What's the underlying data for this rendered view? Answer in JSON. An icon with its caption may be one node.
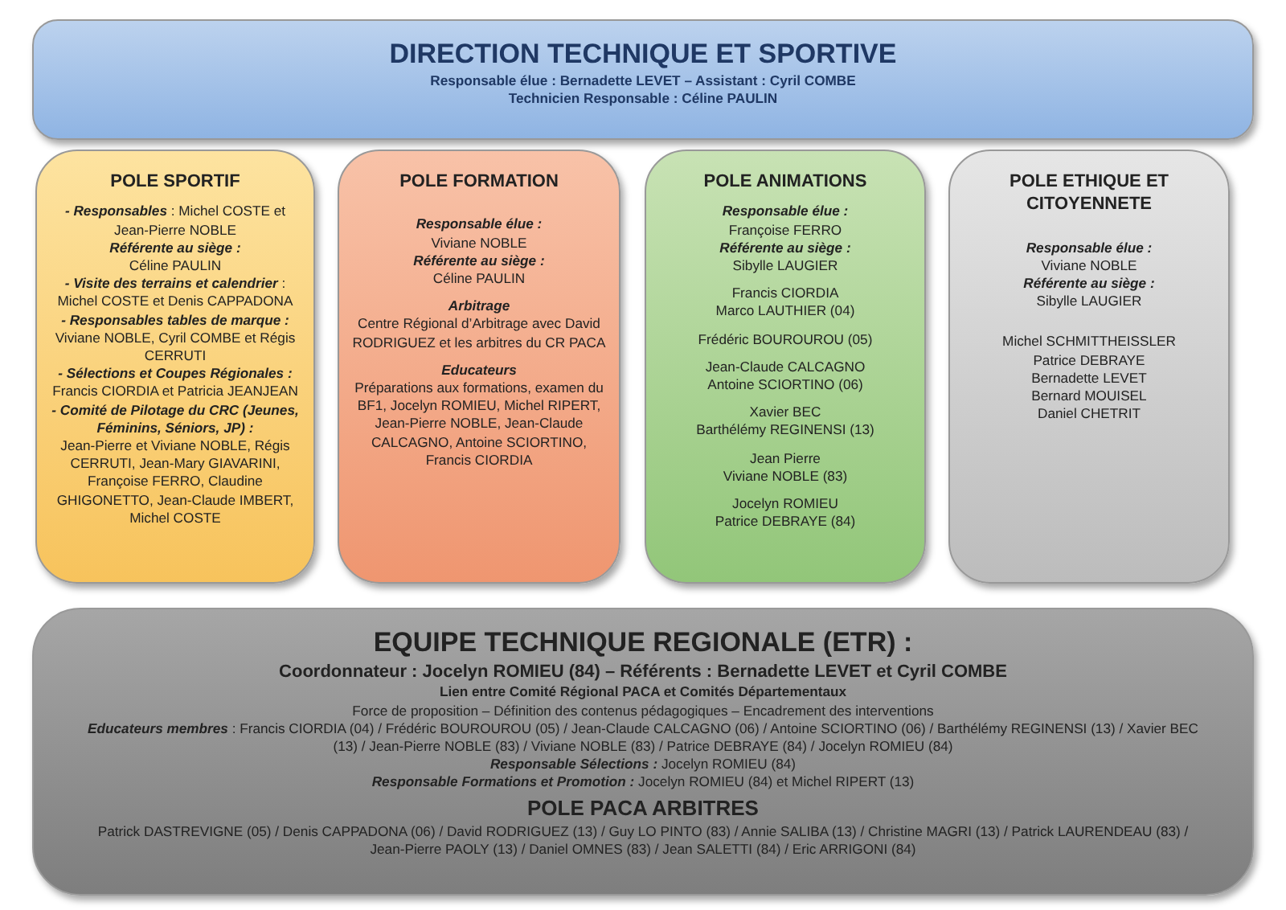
{
  "diagram": {
    "nodes": [
      {
        "text": [
          "DIRECTION TECHNIQUE ET SPORTIVE",
          "Responsable élue : Bernadette LEVET – Assistant : Cyril COMBE",
          "Technicien Responsable : Céline PAULIN"
        ]
      },
      {
        "text": [
          "POLE SPORTIF",
          "**- Responsables** : Michel COSTE et Jean-Pierre NOBLE",
          "Référente au siège :",
          "Céline PAULIN",
          "**- Visite des terrains et calendrier** :",
          "Michel COSTE et Denis CAPPADONA",
          "- Responsables tables de marque :",
          "Viviane NOBLE, Cyril COMBE et Régis CERRUTI",
          "- Sélections et Coupes Régionales :",
          "Francis CIORDIA et Patricia JEANJEAN",
          "- Comité de Pilotage du CRC (Jeunes, Féminins, Séniors, JP) :",
          "Jean-Pierre et Viviane NOBLE, Régis CERRUTI, Jean-Mary GIAVARINI, Françoise FERRO, Claudine GHIGONETTO, Jean-Claude IMBERT, Michel COSTE"
        ]
      },
      {
        "text": [
          "POLE FORMATION",
          "Responsable élue :",
          "Viviane NOBLE",
          "Référente au siège :",
          "Céline PAULIN",
          "Arbitrage",
          "Centre Régional d’Arbitrage avec David RODRIGUEZ et les arbitres du CR PACA",
          "Educateurs",
          "Préparations aux formations, examen du BF1, Jocelyn ROMIEU, Michel RIPERT, Jean-Pierre NOBLE, Jean-Claude CALCAGNO, Antoine SCIORTINO, Francis CIORDIA"
        ]
      },
      {
        "text": [
          "POLE ANIMATIONS",
          "Responsable élue :",
          "Françoise FERRO",
          "Référente au siège :",
          "Sibylle LAUGIER",
          "Francis CIORDIA",
          "Marco LAUTHIER (04)",
          "Frédéric BOUROUROU (05)",
          "Jean-Claude CALCAGNO",
          "Antoine SCIORTINO (06)",
          "Xavier BEC",
          "Barthélémy REGINENSI (13)",
          "Jean Pierre",
          "Viviane NOBLE (83)",
          "Jocelyn ROMIEU",
          "Patrice DEBRAYE (84)"
        ]
      },
      {
        "text": [
          "POLE ETHIQUE ET CITOYENNETE",
          "Responsable élue :",
          "Viviane NOBLE",
          "Référente au siège :",
          "Sibylle LAUGIER",
          "Michel SCHMITTHEISSLER",
          "Patrice DEBRAYE",
          "Bernadette LEVET",
          "Bernard MOUISEL",
          "Daniel CHETRIT"
        ]
      },
      {
        "text": [
          "EQUIPE TECHNIQUE REGIONALE (ETR) :",
          "Coordonnateur : Jocelyn ROMIEU (84) – Référents : Bernadette LEVET et Cyril COMBE",
          "Lien entre Comité Régional PACA et Comités Départementaux",
          "Force de proposition – Définition des contenus pédagogiques – Encadrement des interventions",
          "**Educateurs membres** : Francis CIORDIA (04) / Frédéric BOUROUROU (05) / Jean-Claude CALCAGNO (06) / Antoine SCIORTINO (06) / Barthélémy REGINENSI (13) / Xavier BEC (13) / Jean-Pierre NOBLE (83) / Viviane NOBLE (83) / Patrice DEBRAYE (84) / Jocelyn ROMIEU (84)",
          "**Responsable Sélections :** Jocelyn ROMIEU (84)",
          "**Responsable Formations et Promotion :** Jocelyn ROMIEU (84) et Michel RIPERT (13)",
          "POLE PACA ARBITRES",
          "Patrick DASTREVIGNE (05) / Denis CAPPADONA (06) / David RODRIGUEZ (13) / Guy LO PINTO (83) / Annie SALIBA (13) / Christine MAGRI (13) / Patrick LAURENDEAU (83) / Jean-Pierre PAOLY (13) / Daniel OMNES (83) / Jean SALETTI (84) / Eric ARRIGONI (84)"
        ]
      }
    ]
  }
}
